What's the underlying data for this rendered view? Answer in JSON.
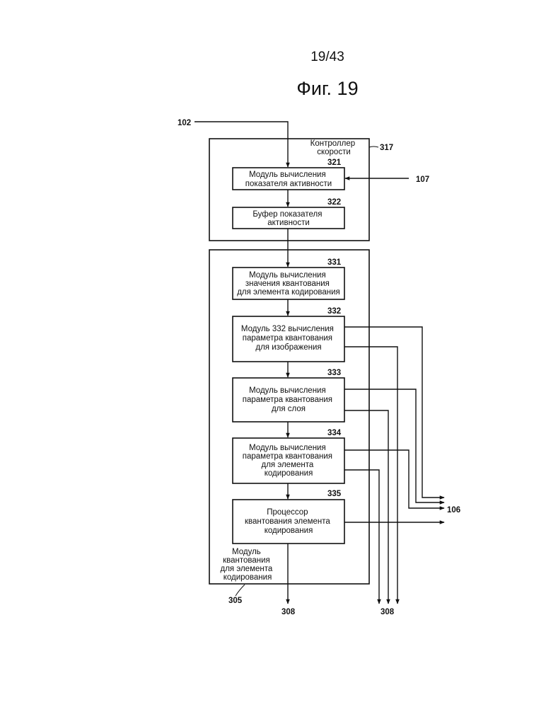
{
  "page_number": "19/43",
  "figure_title": "Фиг. 19",
  "refs": {
    "r102": "102",
    "r107": "107",
    "r106": "106",
    "r317": "317",
    "r305": "305",
    "r308_left": "308",
    "r308_right": "308"
  },
  "rate_controller": {
    "label": [
      "Контроллер",
      "скорости"
    ]
  },
  "quantizer": {
    "label": [
      "Модуль",
      "квантования",
      "для элемента",
      "кодирования"
    ]
  },
  "blocks": {
    "b321": {
      "ref": "321",
      "lines": [
        "Модуль вычисления",
        "показателя активности"
      ]
    },
    "b322": {
      "ref": "322",
      "lines": [
        "Буфер показателя",
        "активности"
      ]
    },
    "b331": {
      "ref": "331",
      "lines": [
        "Модуль вычисления",
        "значения квантования",
        "для элемента кодирования"
      ]
    },
    "b332": {
      "ref": "332",
      "lines": [
        "Модуль 332 вычисления",
        "параметра квантования",
        "для изображения"
      ]
    },
    "b333": {
      "ref": "333",
      "lines": [
        "Модуль вычисления",
        "параметра квантования",
        "для слоя"
      ]
    },
    "b334": {
      "ref": "334",
      "lines": [
        "Модуль вычисления",
        "параметра квантования",
        "для элемента",
        "кодирования"
      ]
    },
    "b335": {
      "ref": "335",
      "lines": [
        "Процессор",
        "квантования элемента",
        "кодирования"
      ]
    }
  }
}
